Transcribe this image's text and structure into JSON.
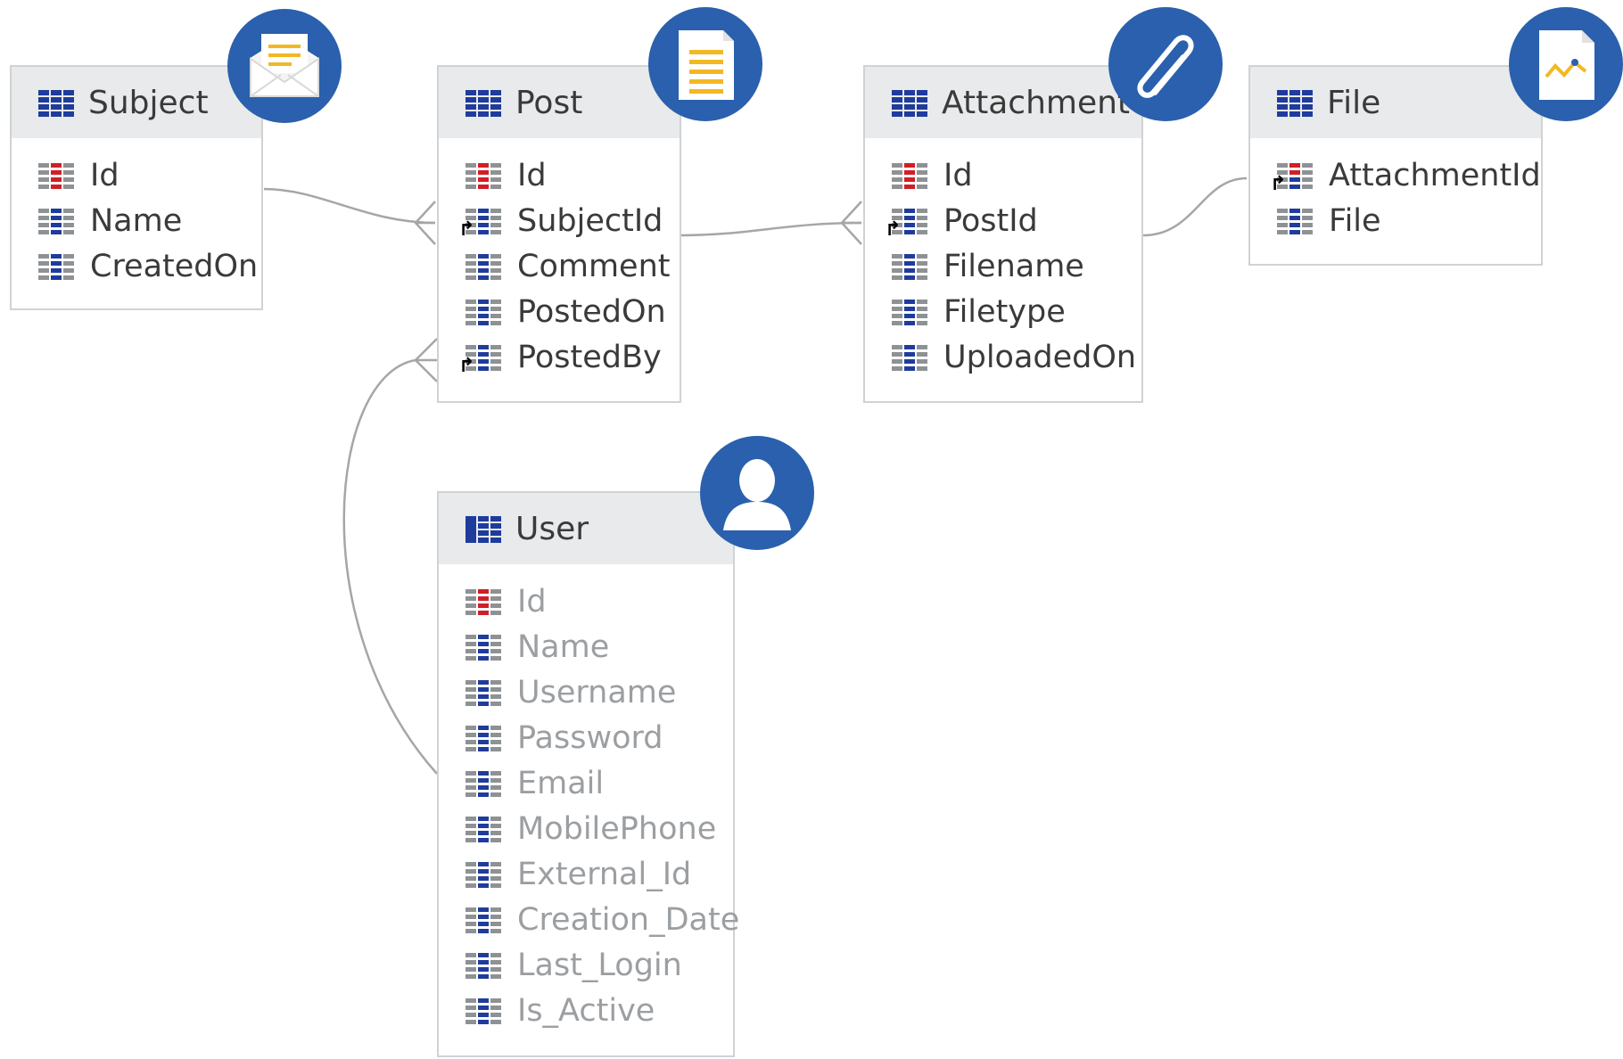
{
  "colors": {
    "header_background": "#e8eaeb",
    "border": "#cfd3d6",
    "connector": "#a6a6a6",
    "badge": "#2a60ad",
    "primary_key_icon": "#d01f26",
    "column_icon": "#1f3c9c",
    "accent_yellow": "#f2b824"
  },
  "entities": {
    "subject": {
      "title": "Subject",
      "badge_icon": "envelope-icon",
      "fields": [
        {
          "label": "Id",
          "kind": "primary-key"
        },
        {
          "label": "Name",
          "kind": "column"
        },
        {
          "label": "CreatedOn",
          "kind": "column"
        }
      ]
    },
    "post": {
      "title": "Post",
      "badge_icon": "document-icon",
      "fields": [
        {
          "label": "Id",
          "kind": "primary-key"
        },
        {
          "label": "SubjectId",
          "kind": "foreign-key"
        },
        {
          "label": "Comment",
          "kind": "column"
        },
        {
          "label": "PostedOn",
          "kind": "column"
        },
        {
          "label": "PostedBy",
          "kind": "foreign-key"
        }
      ]
    },
    "attachment": {
      "title": "Attachment",
      "badge_icon": "paperclip-icon",
      "fields": [
        {
          "label": "Id",
          "kind": "primary-key"
        },
        {
          "label": "PostId",
          "kind": "foreign-key"
        },
        {
          "label": "Filename",
          "kind": "column"
        },
        {
          "label": "Filetype",
          "kind": "column"
        },
        {
          "label": "UploadedOn",
          "kind": "column"
        }
      ]
    },
    "file": {
      "title": "File",
      "badge_icon": "file-chart-icon",
      "fields": [
        {
          "label": "AttachmentId",
          "kind": "primary-foreign-key"
        },
        {
          "label": "File",
          "kind": "column"
        }
      ]
    },
    "user": {
      "title": "User",
      "badge_icon": "user-icon",
      "muted": true,
      "fields": [
        {
          "label": "Id",
          "kind": "primary-key"
        },
        {
          "label": "Name",
          "kind": "column"
        },
        {
          "label": "Username",
          "kind": "column"
        },
        {
          "label": "Password",
          "kind": "column"
        },
        {
          "label": "Email",
          "kind": "column"
        },
        {
          "label": "MobilePhone",
          "kind": "column"
        },
        {
          "label": "External_Id",
          "kind": "column"
        },
        {
          "label": "Creation_Date",
          "kind": "column"
        },
        {
          "label": "Last_Login",
          "kind": "column"
        },
        {
          "label": "Is_Active",
          "kind": "column"
        }
      ]
    }
  },
  "relationships": [
    {
      "from": "subject.Id",
      "to": "post.SubjectId",
      "cardinality": "one-to-many"
    },
    {
      "from": "post.Id",
      "to": "attachment.PostId",
      "cardinality": "one-to-many"
    },
    {
      "from": "attachment.Id",
      "to": "file.AttachmentId",
      "cardinality": "one-to-one"
    },
    {
      "from": "user.Id",
      "to": "post.PostedBy",
      "cardinality": "one-to-many"
    }
  ]
}
